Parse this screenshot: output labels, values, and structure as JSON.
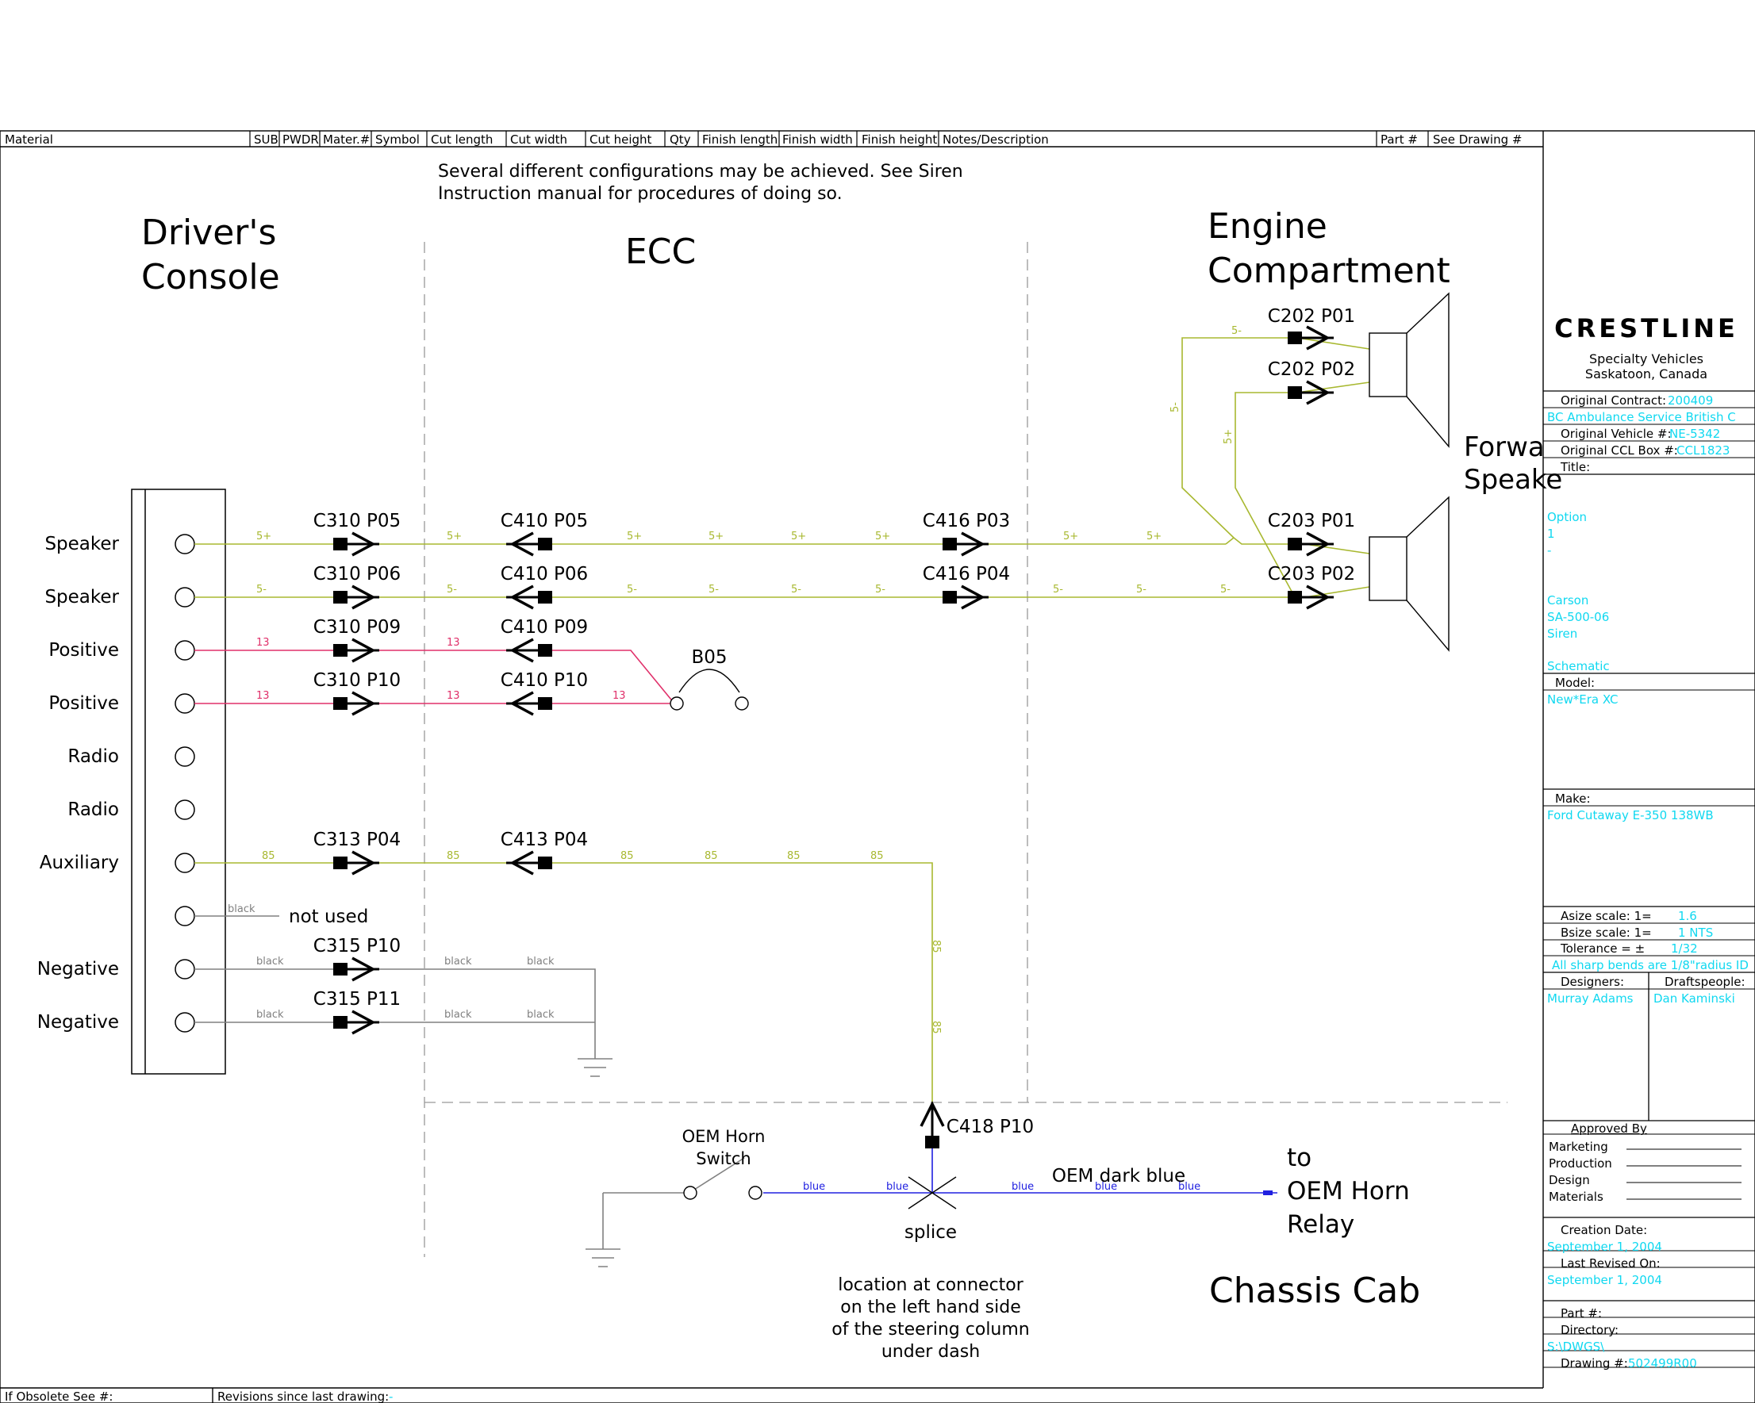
{
  "header_cols": [
    "Material",
    "SUB",
    "PWDR",
    "Mater.#",
    "Symbol",
    "Cut length",
    "Cut width",
    "Cut height",
    "Qty",
    "Finish length",
    "Finish width",
    "Finish height",
    "Notes/Description",
    "Part #",
    "See Drawing #"
  ],
  "note_top": [
    "Several different configurations may be achieved.   See Siren",
    "Instruction manual for procedures of doing so."
  ],
  "sections": {
    "drivers_console": [
      "Driver's",
      "Console"
    ],
    "ecc": "ECC",
    "engine_compartment": [
      "Engine",
      "Compartment"
    ],
    "forward_speaker": [
      "Forwa",
      "Speake"
    ],
    "chassis_cab": "Chassis Cab"
  },
  "pins": [
    "Speaker",
    "Speaker",
    "Positive",
    "Positive",
    "Radio",
    "Radio",
    "Auxiliary",
    "",
    "Negative",
    "Negative"
  ],
  "not_used": "not used",
  "connectors": {
    "c310_p05": "C310  P05",
    "c310_p06": "C310  P06",
    "c310_p09": "C310  P09",
    "c310_p10": "C310  P10",
    "c313_p04": "C313  P04",
    "c315_p10": "C315  P10",
    "c315_p11": "C315  P11",
    "c410_p05": "C410  P05",
    "c410_p06": "C410  P06",
    "c410_p09": "C410  P09",
    "c410_p10": "C410  P10",
    "c413_p04": "C413  P04",
    "c416_p03": "C416  P03",
    "c416_p04": "C416  P04",
    "c202_p01": "C202  P01",
    "c202_p02": "C202  P02",
    "c203_p01": "C203  P01",
    "c203_p02": "C203  P02",
    "c418_p10": "C418  P10"
  },
  "wire_labels": {
    "pos": "5+",
    "neg": "5-",
    "red": "13",
    "aux": "85",
    "black": "black",
    "blue": "blue"
  },
  "b05": "B05",
  "oem_horn_switch": [
    "OEM Horn",
    "Switch"
  ],
  "splice": "splice",
  "oem_dark_blue": "OEM  dark  blue",
  "to_oem_relay": [
    "to",
    "OEM  Horn",
    "Relay"
  ],
  "location_note": [
    "location at connector",
    "on the left hand side",
    "of the steering column",
    "under dash"
  ],
  "footer": {
    "obsolete": "If Obsolete See #:",
    "revisions": "Revisions since last drawing:",
    "revisions_value": "-"
  },
  "title_block": {
    "brand": "CRESTLINE",
    "brand_sub": [
      "Specialty Vehicles",
      "Saskatoon, Canada"
    ],
    "orig_contract_label": "Original Contract:",
    "orig_contract": "200409",
    "customer": "BC Ambulance Service British C",
    "orig_vehicle_label": "Original Vehicle #:",
    "orig_vehicle": "NE-5342",
    "orig_ccl_label": "Original CCL Box #:",
    "orig_ccl": "CCL1823",
    "title_label": "Title:",
    "title_lines": [
      "Option",
      "1",
      "-",
      "",
      "",
      "Carson",
      "SA-500-06",
      "Siren",
      "",
      "Schematic"
    ],
    "model_label": "Model:",
    "model": "New*Era XC",
    "make_label": "Make:",
    "make": "Ford Cutaway E-350 138WB",
    "asize_label": "Asize scale:  1=",
    "asize": "1.6",
    "bsize_label": "Bsize scale:  1=",
    "bsize": "1   NTS",
    "tolerance_label": "Tolerance = ±",
    "tolerance": "1/32",
    "bends": "All sharp bends are 1/8\"radius ID",
    "designers_label": "Designers:",
    "designer": "Murray Adams",
    "drafts_label": "Draftspeople:",
    "draftsperson": "Dan Kaminski",
    "approved_by": "Approved By",
    "approvals": [
      "Marketing",
      "Production",
      "Design",
      "Materials"
    ],
    "creation_label": "Creation Date:",
    "creation": "September 1, 2004",
    "revised_label": "Last Revised On:",
    "revised": "September 1, 2004",
    "part_label": "Part #:",
    "directory_label": "Directory:",
    "directory": "S:\\DWGS\\",
    "drawing_label": "Drawing #:",
    "drawing": "502499R00"
  },
  "colors": {
    "yellow": "#a8b830",
    "red": "#e0306a",
    "blue": "#2020e0",
    "gray": "#808080",
    "cyan": "#10d8f0",
    "black": "#000000"
  }
}
